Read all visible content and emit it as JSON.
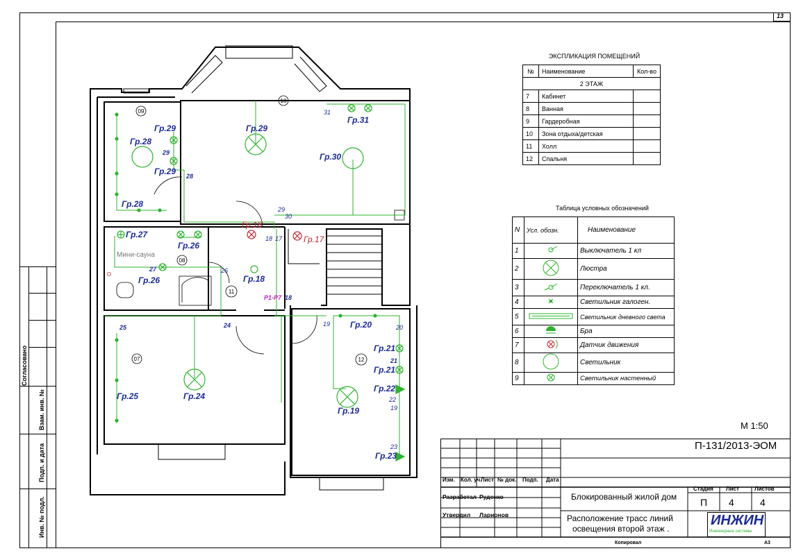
{
  "sheet_number": "13",
  "scale": "М 1:50",
  "explication": {
    "title": "ЭКСПЛИКАЦИЯ ПОМЕЩЕНИЙ",
    "headers": [
      "№",
      "Наименование",
      "Кол-во"
    ],
    "floor": "2 ЭТАЖ",
    "rows": [
      {
        "num": "7",
        "name": "Кабинет"
      },
      {
        "num": "8",
        "name": "Ванная"
      },
      {
        "num": "9",
        "name": "Гардеробная"
      },
      {
        "num": "10",
        "name": "Зона отдыха/детская"
      },
      {
        "num": "11",
        "name": "Холл"
      },
      {
        "num": "12",
        "name": "Спальня"
      }
    ]
  },
  "legend": {
    "title": "Таблица условных обозначений",
    "headers": [
      "N",
      "Усл. обозн.",
      "Наименование"
    ],
    "rows": [
      {
        "num": "1",
        "symbol": "switch-1-key",
        "name": "Выключатель 1 кл"
      },
      {
        "num": "2",
        "symbol": "chandelier",
        "name": "Люстра"
      },
      {
        "num": "3",
        "symbol": "toggle-switch",
        "name": "Переключатель 1 кл."
      },
      {
        "num": "4",
        "symbol": "halogen-lamp",
        "name": "Светильник галоген."
      },
      {
        "num": "5",
        "symbol": "fluorescent-lamp",
        "name": "Светильник дневного света"
      },
      {
        "num": "6",
        "symbol": "sconce",
        "name": "Бра"
      },
      {
        "num": "7",
        "symbol": "motion-sensor",
        "name": "Датчик движения"
      },
      {
        "num": "8",
        "symbol": "lamp",
        "name": "Светильник"
      },
      {
        "num": "9",
        "symbol": "wall-lamp",
        "name": "Светильник настенный"
      }
    ]
  },
  "plan": {
    "rooms": [
      "7",
      "8",
      "9",
      "10",
      "11",
      "12"
    ],
    "room_note": "Мини-сауна",
    "groups": [
      "Гр.29",
      "Гр.28",
      "Гр.29",
      "Гр.28",
      "Гр.29",
      "Гр.30",
      "Гр.31",
      "Гр.27",
      "Гр.26",
      "Гр.26",
      "Гр.18",
      "Гр.18",
      "Гр.17",
      "Гр.25",
      "Гр.24",
      "Гр.20",
      "Гр.21",
      "Гр.21",
      "Гр.22",
      "Гр.19",
      "Гр.23"
    ],
    "panel": "Р1-Р7",
    "wire_numbers": [
      "29",
      "28",
      "31",
      "29",
      "30",
      "18",
      "17",
      "27",
      "26",
      "25",
      "24",
      "18",
      "19",
      "20",
      "21",
      "22",
      "19",
      "23"
    ]
  },
  "side_stamp": {
    "agreed": "Согласовано",
    "inv_replace": "Взам. инв. №",
    "sign_date": "Подп. и дата",
    "inv_orig": "Инв. № подл."
  },
  "title_block": {
    "doc_code": "П-131/2013-ЭОМ",
    "headers": [
      "Изм.",
      "Кол. уч.",
      "Лист",
      "№ док.",
      "Подп.",
      "Дата"
    ],
    "developed_label": "Разработал",
    "developed_name": "Руденко",
    "approved_label": "Утвердил",
    "approved_name": "Ларионов",
    "project_name": "Блокированный жилой дом",
    "stage_label": "Стадия",
    "sheet_label": "Лист",
    "sheets_label": "Листов",
    "stage": "П",
    "sheet": "4",
    "sheets": "4",
    "sheet_title_1": "Расположение трасс линий",
    "sheet_title_2": "освещения второй этаж .",
    "logo": "ИНЖИН",
    "logo_sub": "Инженерные системы",
    "copied": "Копировал",
    "format": "А3"
  },
  "colors": {
    "wire": "#2bb52b",
    "group_label": "#1a2a9b",
    "sensor": "#c0272d",
    "panel": "#d01ad0",
    "wall": "#000000"
  }
}
